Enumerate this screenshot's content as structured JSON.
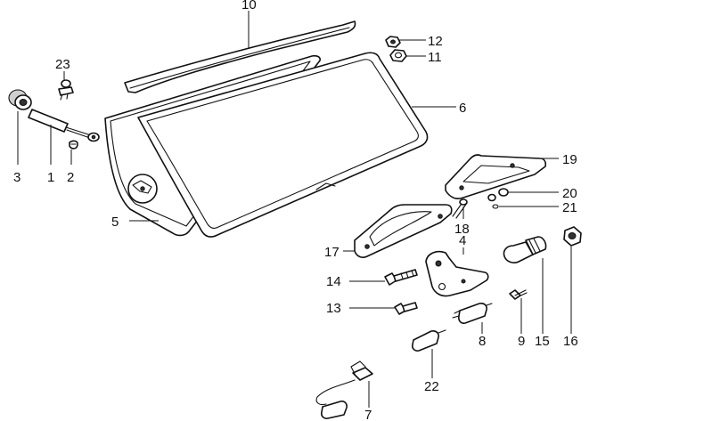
{
  "diagram": {
    "callouts": [
      {
        "id": "10",
        "label": "10"
      },
      {
        "id": "12",
        "label": "12"
      },
      {
        "id": "11",
        "label": "11"
      },
      {
        "id": "23",
        "label": "23"
      },
      {
        "id": "6",
        "label": "6"
      },
      {
        "id": "3",
        "label": "3"
      },
      {
        "id": "1",
        "label": "1"
      },
      {
        "id": "2",
        "label": "2"
      },
      {
        "id": "19",
        "label": "19"
      },
      {
        "id": "20",
        "label": "20"
      },
      {
        "id": "21",
        "label": "21"
      },
      {
        "id": "5",
        "label": "5"
      },
      {
        "id": "18",
        "label": "18"
      },
      {
        "id": "4",
        "label": "4"
      },
      {
        "id": "17",
        "label": "17"
      },
      {
        "id": "14",
        "label": "14"
      },
      {
        "id": "13",
        "label": "13"
      },
      {
        "id": "8",
        "label": "8"
      },
      {
        "id": "9",
        "label": "9"
      },
      {
        "id": "15",
        "label": "15"
      },
      {
        "id": "16",
        "label": "16"
      },
      {
        "id": "22",
        "label": "22"
      },
      {
        "id": "7",
        "label": "7"
      }
    ]
  }
}
